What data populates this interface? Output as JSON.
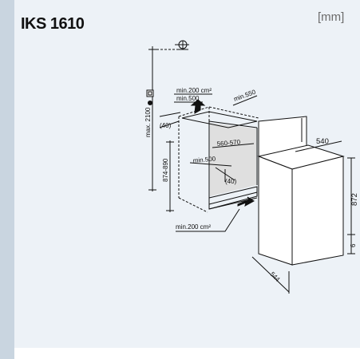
{
  "header": {
    "title": "IKS 1610",
    "unit": "[mm]"
  },
  "colors": {
    "sidebar": "#c9d5e0",
    "panel": "#edf2f7",
    "inner_wall": "#dfdfdf",
    "line": "#111111"
  },
  "diagram": {
    "labels": {
      "vent_top": "min.200 cm²",
      "vent_bottom": "min.200 cm²",
      "depth_top": "min.500",
      "depth_inner": "min.500",
      "width_top": "min.550",
      "clearance_left_top": "(40)",
      "clearance_inner": "(40)",
      "niche_width": "560-570",
      "max_height": "max. 2100",
      "niche_height": "874-890",
      "appliance_width": "540",
      "appliance_height": "872",
      "plinth": "6",
      "appliance_depth": "544"
    }
  }
}
